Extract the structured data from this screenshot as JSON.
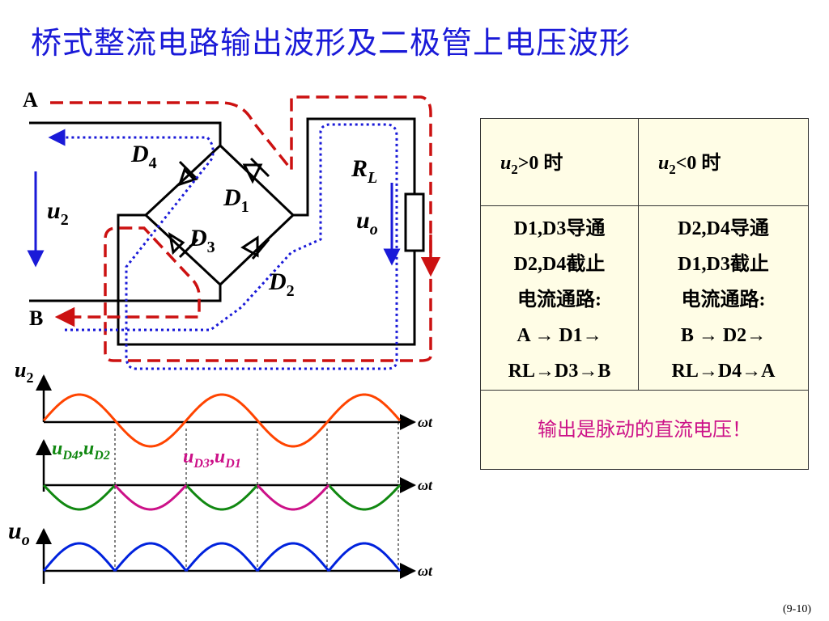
{
  "title": "桥式整流电路输出波形及二极管上电压波形",
  "circuit": {
    "node_a": "A",
    "node_b": "B",
    "diodes": [
      {
        "letter": "D",
        "sub": "4"
      },
      {
        "letter": "D",
        "sub": "1"
      },
      {
        "letter": "D",
        "sub": "3"
      },
      {
        "letter": "D",
        "sub": "2"
      }
    ],
    "input_voltage": {
      "letter": "u",
      "sub": "2"
    },
    "load": {
      "letter": "R",
      "sub": "L"
    },
    "output_voltage": {
      "letter": "u",
      "sub": "o"
    }
  },
  "waveforms": {
    "u2_label": {
      "letter": "u",
      "sub": "2"
    },
    "uo_label": {
      "letter": "u",
      "sub": "o"
    },
    "axis_label": "ωt",
    "diode_labels": {
      "green": "u_D4,u_D2",
      "green_parts": [
        "u",
        "D4",
        ",",
        "u",
        "D2"
      ],
      "magenta_parts": [
        "u",
        "D3",
        ",",
        "u",
        "D1"
      ]
    },
    "colors": {
      "input": "#ff4400",
      "green": "#118811",
      "magenta": "#cc1188",
      "output": "#0022dd"
    }
  },
  "table": {
    "pos_header_var": "u",
    "pos_header_sub": "2",
    "pos_header_rest": ">0 时",
    "neg_header_var": "u",
    "neg_header_sub": "2",
    "neg_header_rest": "<0 时",
    "pos_lines": [
      "D1,D3导通",
      "D2,D4截止",
      "电流通路:",
      "A → D1→",
      "RL→D3→B"
    ],
    "neg_lines": [
      "D2,D4导通",
      "D1,D3截止",
      "电流通路:",
      "B → D2→",
      "RL→D4→A"
    ],
    "footer": "输出是脉动的直流电压！"
  },
  "page_number": "(9-10)"
}
